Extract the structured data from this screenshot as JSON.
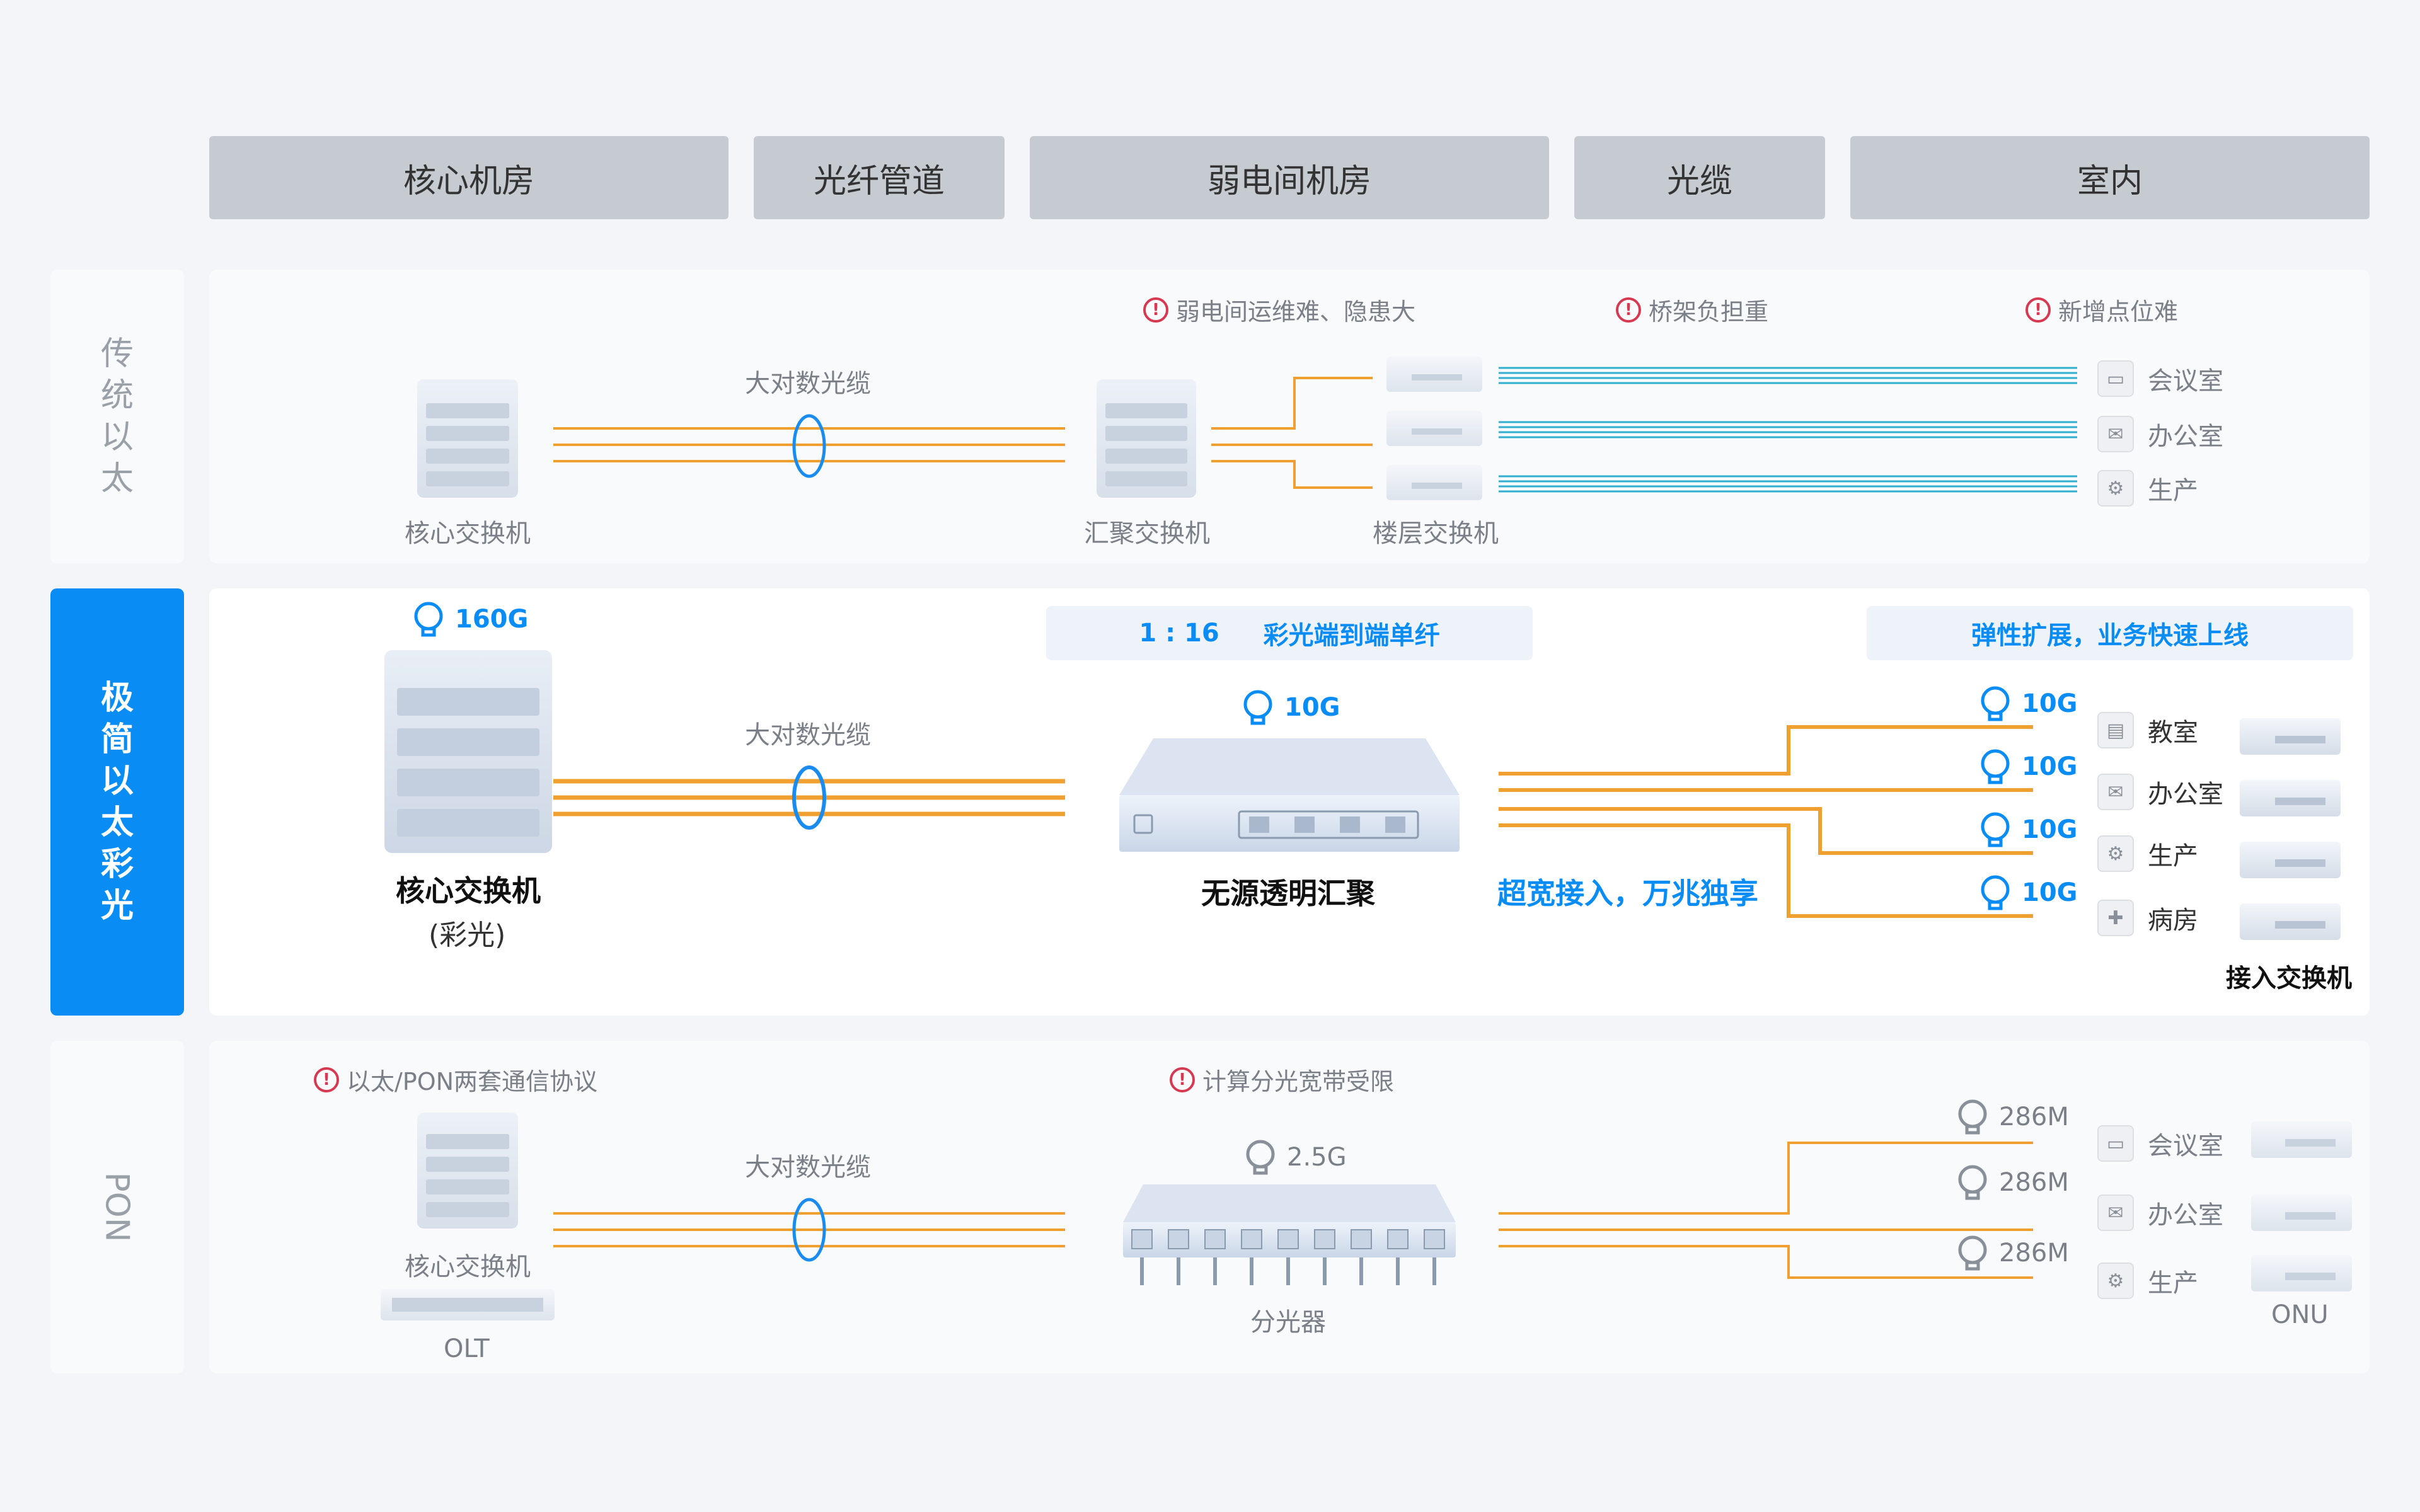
{
  "headers": [
    "核心机房",
    "光纤管道",
    "弱电间机房",
    "光缆",
    "室内"
  ],
  "rows": {
    "traditional": {
      "side_label": "传统以太",
      "warnings": [
        "弱电间运维难、隐患大",
        "桥架负担重",
        "新增点位难"
      ],
      "cable_label": "大对数光缆",
      "core_switch_label": "核心交换机",
      "agg_switch_label": "汇聚交换机",
      "floor_switch_label": "楼层交换机",
      "rooms": [
        "会议室",
        "办公室",
        "生产"
      ]
    },
    "color_light": {
      "side_label": "极简以太彩光",
      "core_capacity": "160G",
      "core_label": "核心交换机",
      "core_sub": "(彩光)",
      "cable_label": "大对数光缆",
      "banner_ratio": "1 : 16",
      "banner_text": "彩光端到端单纤",
      "passive_capacity": "10G",
      "passive_label": "无源透明汇聚",
      "slogan": "超宽接入，万兆独享",
      "right_banner": "弹性扩展，业务快速上线",
      "port_speeds": [
        "10G",
        "10G",
        "10G",
        "10G"
      ],
      "rooms": [
        "教室",
        "办公室",
        "生产",
        "病房"
      ],
      "access_label": "接入交换机"
    },
    "pon": {
      "side_label": "PON",
      "warnings": [
        "以太/PON两套通信协议",
        "计算分光宽带受限"
      ],
      "cable_label": "大对数光缆",
      "core_label": "核心交换机",
      "olt_label": "OLT",
      "splitter_capacity": "2.5G",
      "splitter_label": "分光器",
      "port_speeds": [
        "286M",
        "286M",
        "286M"
      ],
      "rooms": [
        "会议室",
        "办公室",
        "生产"
      ],
      "onu_label": "ONU"
    }
  },
  "colors": {
    "accent": "#0a8cf5",
    "fiber": "#f0a030",
    "cable_teal": "#2eb0cc",
    "warning": "#d63a52",
    "header_bg": "#c6cbd2"
  }
}
